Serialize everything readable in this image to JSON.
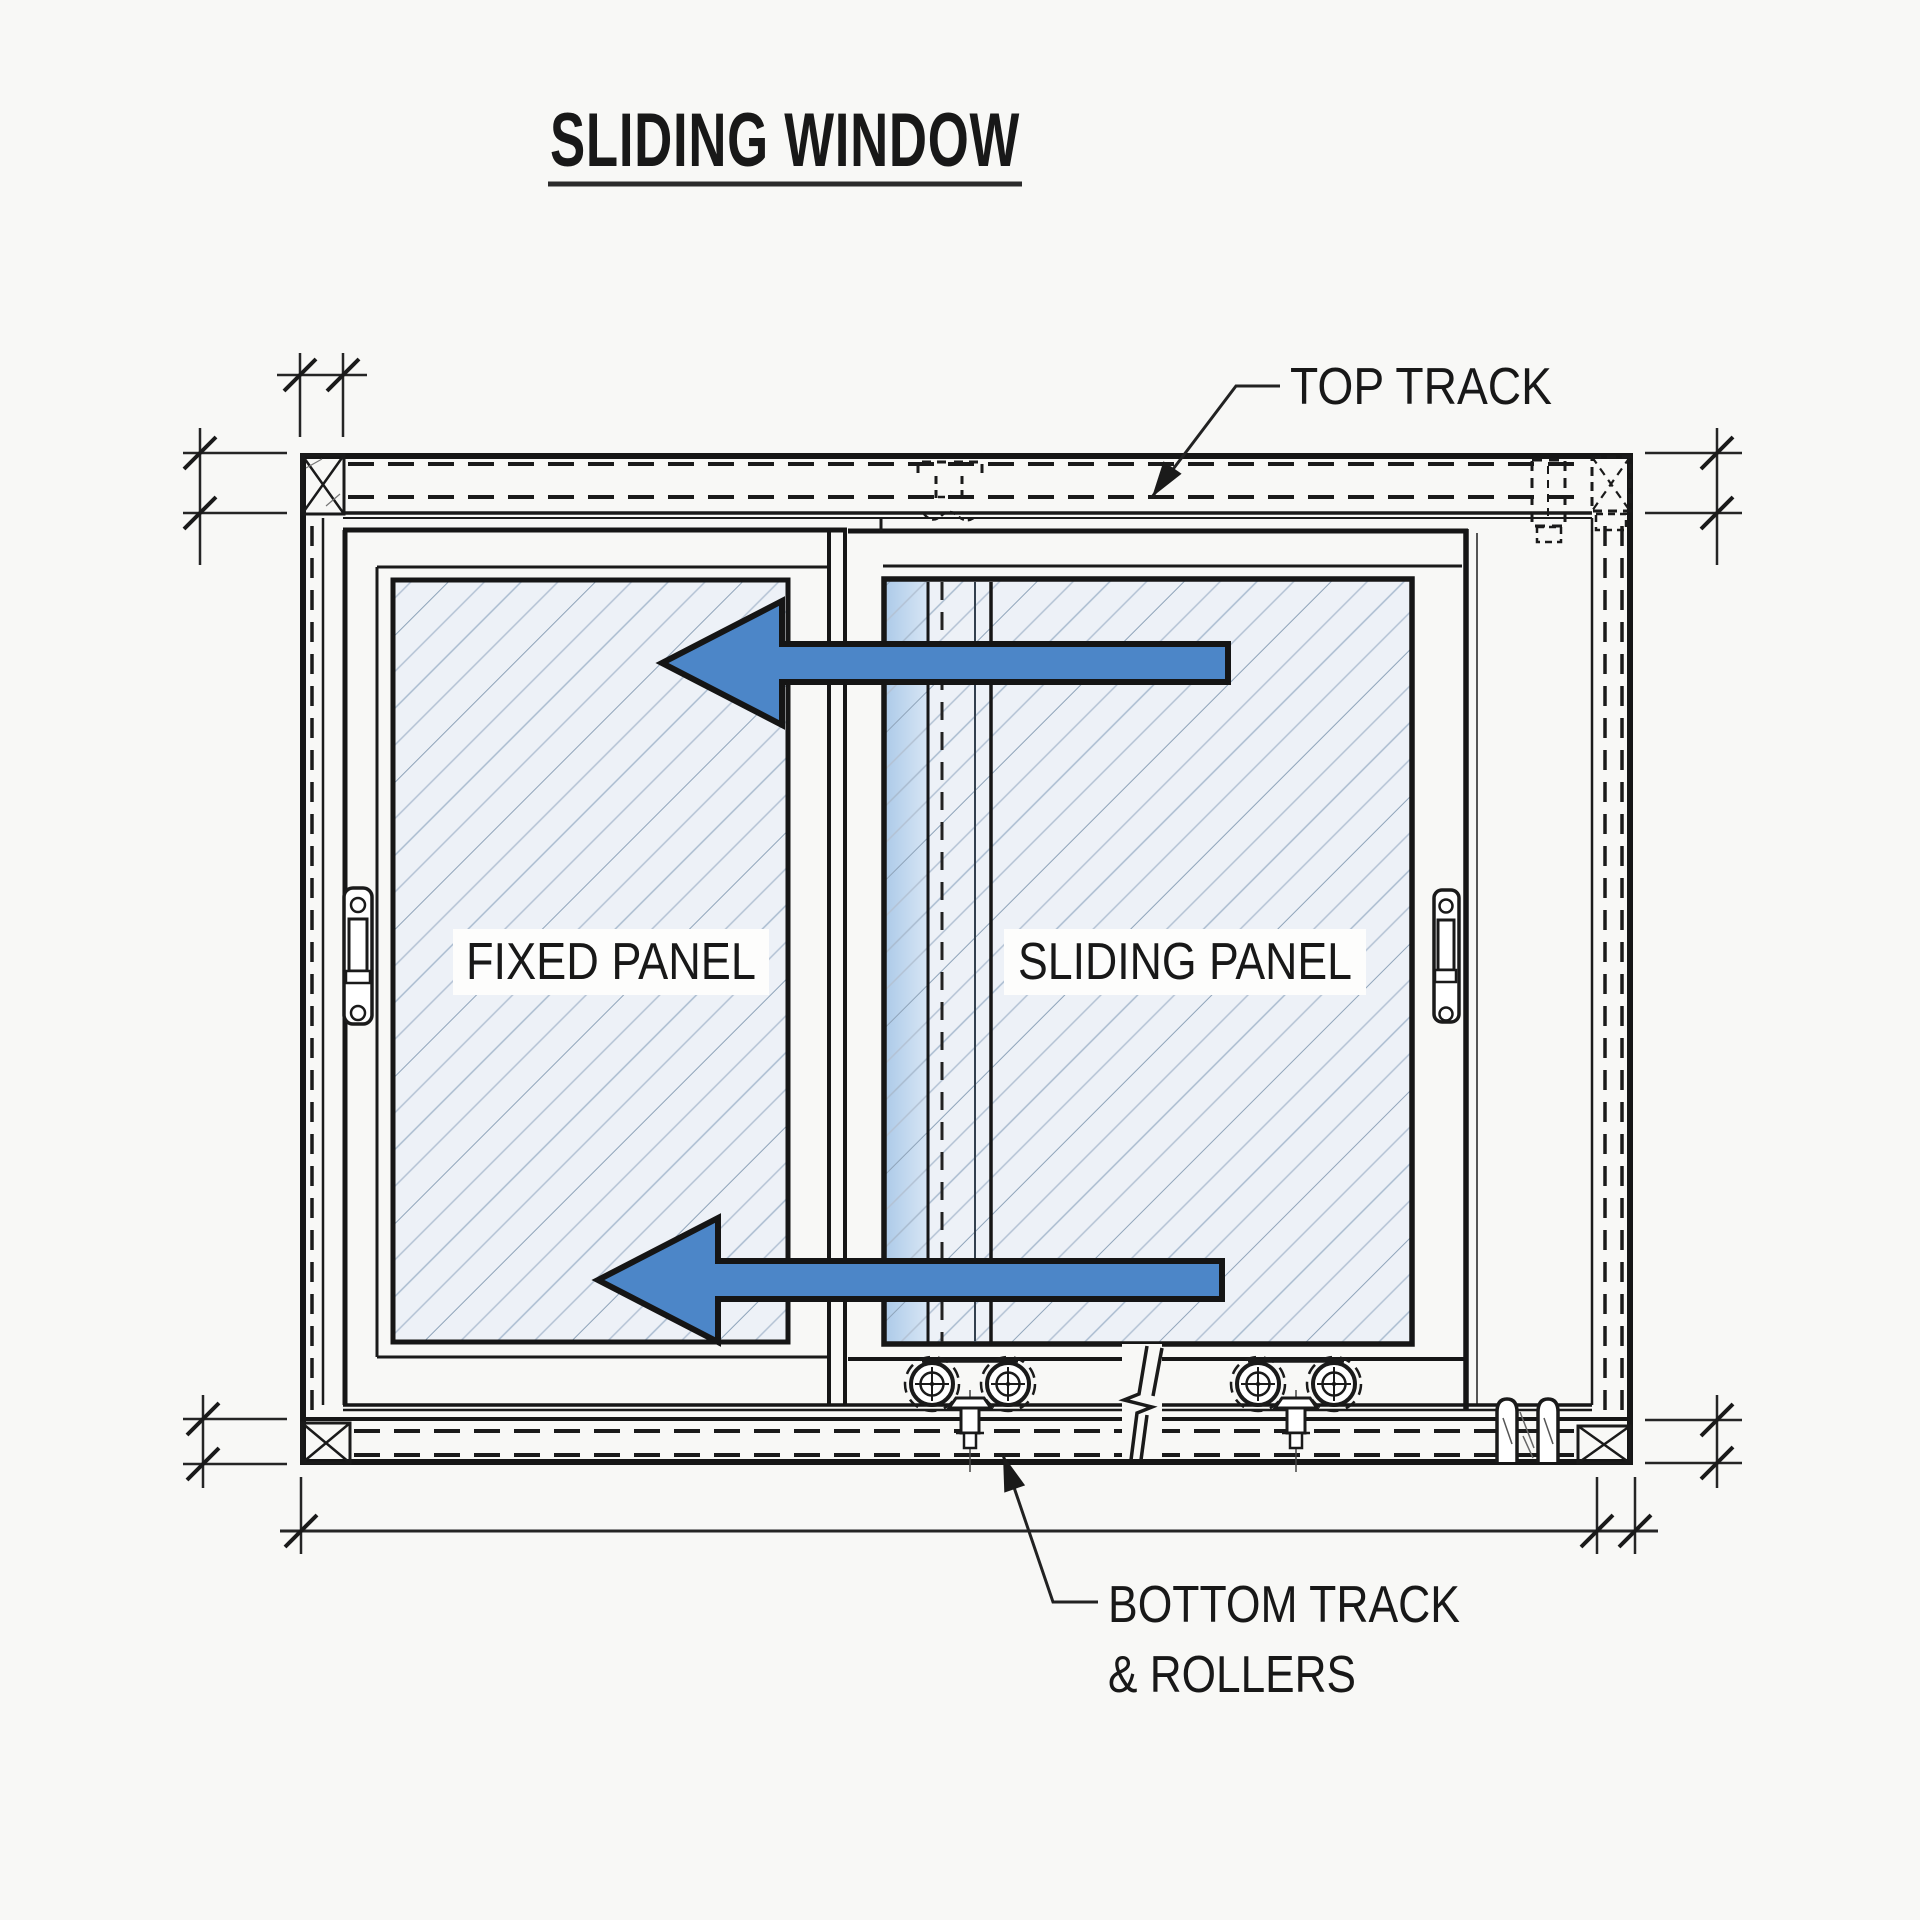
{
  "title": "SLIDING WINDOW",
  "labels": {
    "top_track": "TOP TRACK",
    "fixed_panel": "FIXED PANEL",
    "sliding_panel": "SLIDING PANEL",
    "bottom_track_rollers_line1": "BOTTOM TRACK",
    "bottom_track_rollers_line2": "& ROLLERS"
  },
  "diagram": {
    "type": "architectural-elevation",
    "slide_arrows": {
      "count": 2,
      "direction": "left"
    },
    "roller_pairs": 2
  },
  "colors": {
    "arrow_fill": "#4c86c8",
    "line": "#1a1a1a",
    "glass_fill": "#edf1f7",
    "glass_hatch": "#a9bbcf",
    "glass_edge_tint": "#aecbe9",
    "background": "#f8f8f6",
    "label_box": "#fdfdfc"
  }
}
